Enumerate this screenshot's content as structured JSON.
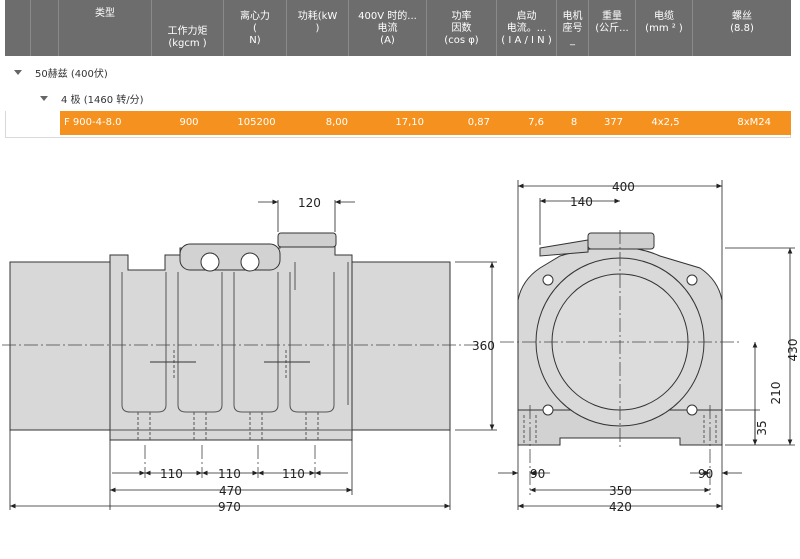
{
  "table": {
    "headers": [
      {
        "lines": [
          "类型"
        ]
      },
      {
        "lines": [
          "工作力矩",
          "(kgcm )"
        ]
      },
      {
        "lines": [
          "离心力",
          "(",
          "N)"
        ]
      },
      {
        "lines": [
          "功耗(kW",
          ")"
        ]
      },
      {
        "lines": [
          "400V 时的...",
          "电流",
          "(A)"
        ]
      },
      {
        "lines": [
          "功率",
          "因数",
          "(cos φ)"
        ]
      },
      {
        "lines": [
          "启动",
          "电流。...",
          "( I A / I N )"
        ]
      },
      {
        "lines": [
          "电机",
          "座号",
          "_"
        ]
      },
      {
        "lines": [
          "重量",
          "(公斤..."
        ]
      },
      {
        "lines": [
          "电缆",
          "(mm ² )"
        ]
      },
      {
        "lines": [
          "螺丝",
          "(8.8)"
        ]
      }
    ],
    "group_frequency": "50赫兹 (400伏)",
    "group_poles": "4 极 (1460 转/分)",
    "selected_row": {
      "type": "F 900-4-8.0",
      "torque": "900",
      "force": "105200",
      "power": "8,00",
      "current": "17,10",
      "cos_phi": "0,87",
      "start_ratio": "7,6",
      "frame": "8",
      "weight": "377",
      "cable": "4x2,5",
      "screw": "8xM24"
    },
    "accent_color": "#f5921f",
    "header_color": "#6d6d6d"
  },
  "drawing": {
    "front_dims": {
      "d_120": "120",
      "d_360": "360",
      "d_110a": "110",
      "d_110b": "110",
      "d_110c": "110",
      "d_470": "470",
      "d_970": "970"
    },
    "side_dims": {
      "d_400": "400",
      "d_140": "140",
      "d_430": "430",
      "d_210": "210",
      "d_35": "35",
      "d_90a": "90",
      "d_90b": "90",
      "d_350": "350",
      "d_420": "420"
    }
  }
}
